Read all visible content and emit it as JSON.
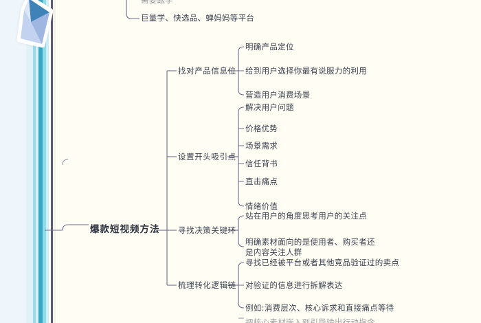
{
  "document": {
    "type": "mindmap",
    "title": "爆款短视频方法",
    "background_color": "#fffdf4",
    "line_color": "#6e6a8e",
    "text_color": "#3c4350"
  },
  "decorations": {
    "left_stripes": [
      "#eef6fb",
      "#e2f0f8",
      "#9fd9e8",
      "#d5f0f7",
      "#39a7c4",
      "#8fdcec",
      "#cfeef6",
      "#ffffff",
      "#5b5a73",
      "#f4f3ea"
    ],
    "paper_plane_icon": "paper-plane-icon",
    "puzzle_icon": "puzzle-piece-icon",
    "puzzle_color": "#2b8fcf"
  },
  "mindmap": {
    "root": "爆款短视频方法",
    "top_orphan_branch": {
      "clipped_item": "需要跟学",
      "item": "巨量学、快选品、蝉妈妈等平台"
    },
    "branches": [
      {
        "label": "找对产品信息位",
        "children": [
          "明确产品定位",
          "给到用户选择你最有说服力的利用",
          "营造用户消费场景"
        ]
      },
      {
        "label": "设置开头吸引点",
        "children": [
          "解决用户问题",
          "价格优势",
          "场景需求",
          "信任背书",
          "直击痛点",
          "情绪价值"
        ]
      },
      {
        "label": "寻找决策关键环",
        "children": [
          "站在用户的角度思考用户的关注点",
          "明确素材面向的是使用者、购买者还是内容关注人群"
        ]
      },
      {
        "label": "梳理转化逻辑链",
        "children": [
          "寻找已经被平台或者其他竞品验证过的卖点",
          "对验证的信息进行拆解表达",
          "例如:消费层次、核心诉求和直接痛点等待",
          "把核心素材嵌入到引导输出行动指令"
        ]
      }
    ]
  }
}
